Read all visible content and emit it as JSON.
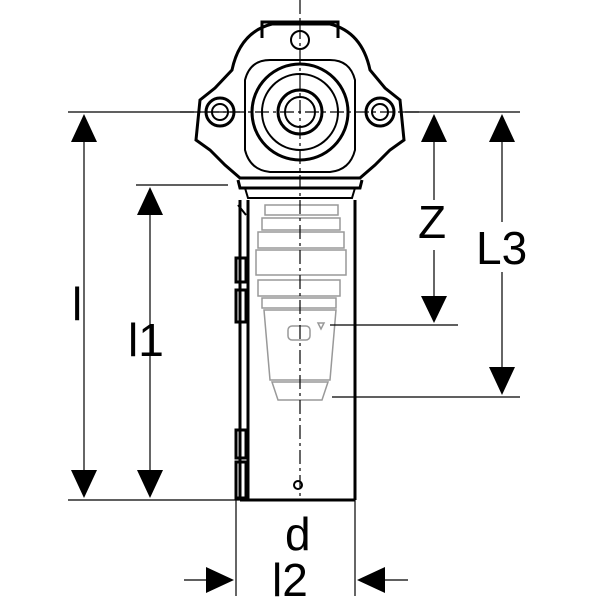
{
  "labels": {
    "l": "l",
    "l1": "l1",
    "z": "Z",
    "l3": "L3",
    "d": "d",
    "l2": "l2"
  }
}
